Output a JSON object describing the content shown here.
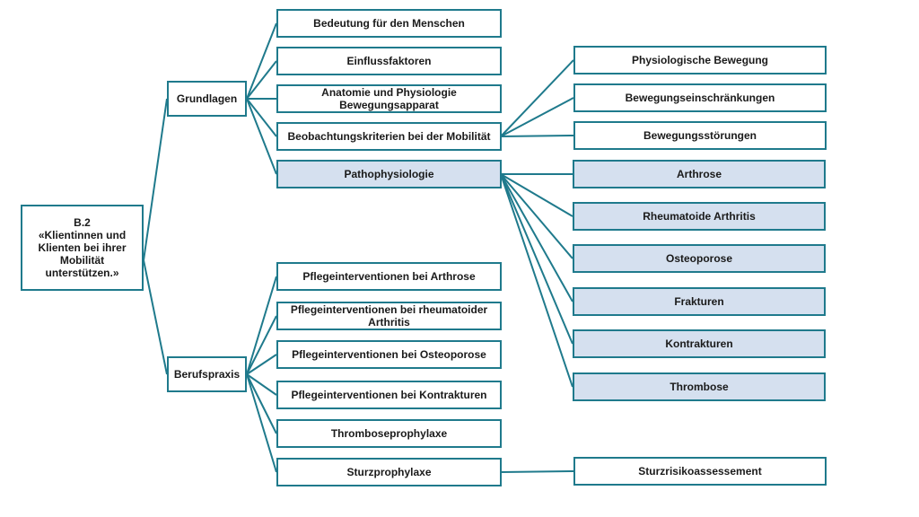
{
  "root": {
    "label": "B.2\n«Klientinnen und Klienten bei ihrer Mobilität unterstützen.»"
  },
  "branches": {
    "grundlagen": "Grundlagen",
    "berufspraxis": "Berufspraxis"
  },
  "grundlagen_items": {
    "bedeutung": "Bedeutung für den Menschen",
    "einfluss": "Einflussfaktoren",
    "anatomie": "Anatomie und Physiologie Bewegungsapparat",
    "beobachtung": "Beobachtungskriterien bei der Mobilität",
    "pathophysiologie": "Pathophysiologie"
  },
  "beobachtung_items": {
    "physiologisch": "Physiologische Bewegung",
    "einschraenkungen": "Bewegungseinschränkungen",
    "stoerungen": "Bewegungsstörungen"
  },
  "patho_items": {
    "arthrose": "Arthrose",
    "rheuma": "Rheumatoide Arthritis",
    "osteoporose": "Osteoporose",
    "frakturen": "Frakturen",
    "kontrakturen": "Kontrakturen",
    "thrombose": "Thrombose"
  },
  "praxis_items": {
    "pi_arthrose": "Pflegeinterventionen bei Arthrose",
    "pi_rheuma": "Pflegeinterventionen bei rheumatoider Arthritis",
    "pi_osteo": "Pflegeinterventionen bei Osteoporose",
    "pi_kontrakt": "Pflegeinterventionen bei Kontrakturen",
    "thromboprophylaxe": "Thromboseprophylaxe",
    "sturzprophylaxe": "Sturzprophylaxe"
  },
  "sturz_items": {
    "assessement": "Sturzrisikoassessement"
  },
  "colors": {
    "border": "#1f7a8c",
    "highlight_fill": "#d5e0ef"
  }
}
